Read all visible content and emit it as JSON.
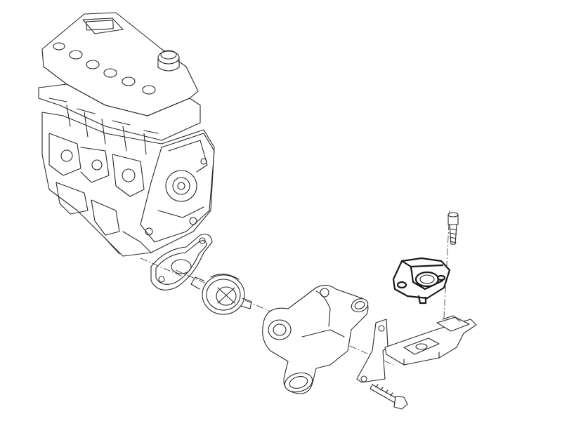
{
  "diagram": {
    "parts": [
      {
        "id": "engine-block",
        "icon": "engine-icon"
      },
      {
        "id": "housing-gasket",
        "icon": "gasket-icon"
      },
      {
        "id": "thermostat",
        "icon": "thermostat-icon"
      },
      {
        "id": "coolant-outlet-housing",
        "icon": "housing-icon"
      },
      {
        "id": "mounting-bolt",
        "icon": "bolt-icon"
      },
      {
        "id": "mounting-bracket",
        "icon": "bracket-icon"
      },
      {
        "id": "highlighted-sensor-housing",
        "icon": "sensor-housing-icon",
        "highlighted": true
      },
      {
        "id": "sensor-screw",
        "icon": "screw-icon"
      }
    ],
    "line_color": "#2b2b2b",
    "highlight_color": "#1a1a1a",
    "background": "#ffffff"
  }
}
